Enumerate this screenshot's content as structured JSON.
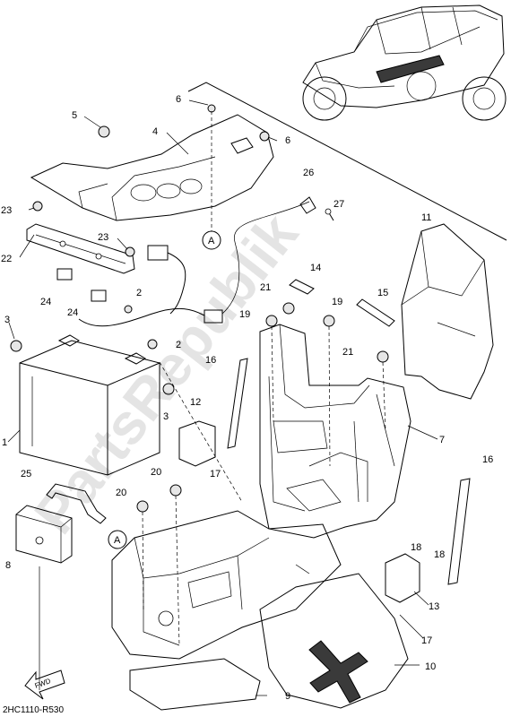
{
  "diagram": {
    "code": "2HC1110-R530",
    "fwd_label": "FWD",
    "watermark": "PartsRepublik",
    "ref_marks": [
      "A",
      "A"
    ],
    "callouts": [
      {
        "num": "1"
      },
      {
        "num": "2"
      },
      {
        "num": "2"
      },
      {
        "num": "3"
      },
      {
        "num": "3"
      },
      {
        "num": "4"
      },
      {
        "num": "5"
      },
      {
        "num": "6"
      },
      {
        "num": "6"
      },
      {
        "num": "7"
      },
      {
        "num": "8"
      },
      {
        "num": "9"
      },
      {
        "num": "10"
      },
      {
        "num": "11"
      },
      {
        "num": "12"
      },
      {
        "num": "13"
      },
      {
        "num": "14"
      },
      {
        "num": "15"
      },
      {
        "num": "16"
      },
      {
        "num": "16"
      },
      {
        "num": "17"
      },
      {
        "num": "17"
      },
      {
        "num": "18"
      },
      {
        "num": "18"
      },
      {
        "num": "19"
      },
      {
        "num": "19"
      },
      {
        "num": "20"
      },
      {
        "num": "20"
      },
      {
        "num": "21"
      },
      {
        "num": "21"
      },
      {
        "num": "22"
      },
      {
        "num": "23"
      },
      {
        "num": "23"
      },
      {
        "num": "24"
      },
      {
        "num": "24"
      },
      {
        "num": "25"
      },
      {
        "num": "26"
      },
      {
        "num": "27"
      }
    ]
  }
}
